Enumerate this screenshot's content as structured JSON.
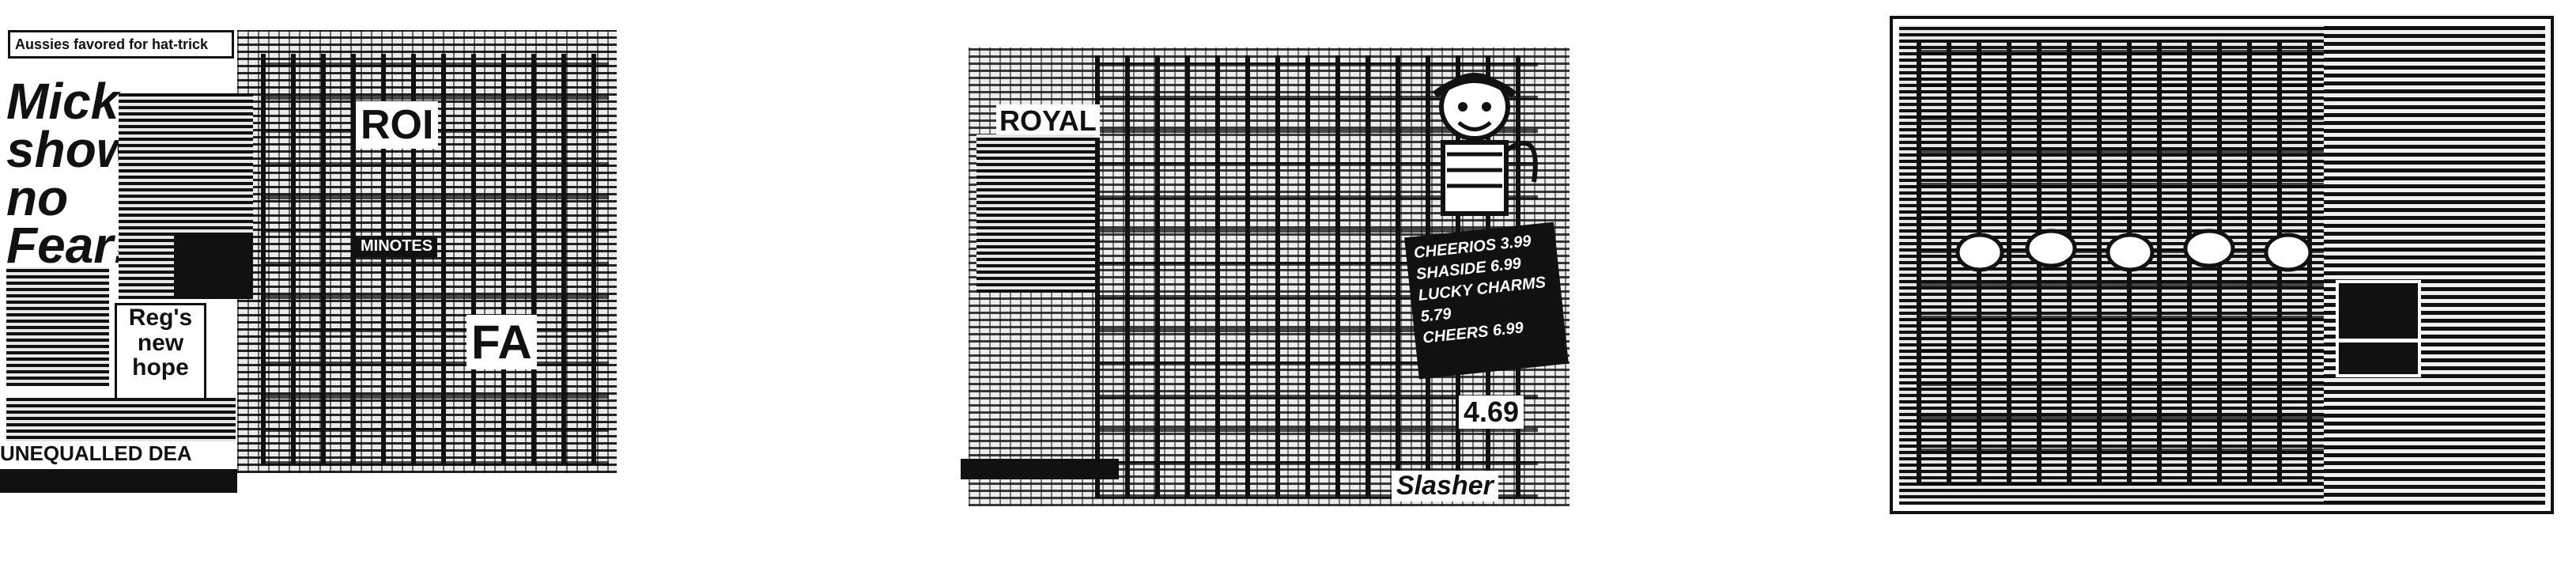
{
  "panels": [
    {
      "name": "newspaper-page-1",
      "top_banner": "Aussies favored for hat-trick",
      "headline": [
        "Mick",
        "shows",
        "no",
        "Fear!"
      ],
      "subhead": [
        "Reg's",
        "new",
        "hope"
      ],
      "footer_banner": "UNEQUALLED DEA",
      "side_label_1": "ROI",
      "side_label_2": "MINOTES",
      "side_label_3": "FA"
    },
    {
      "name": "advertisement-page-2",
      "brand": "ROYAL",
      "price_list": [
        "CHEERIOS 3.99",
        "SHASIDE 6.99",
        "LUCKY CHARMS 5.79",
        "CHEERS 6.99"
      ],
      "price_tag": "4.69",
      "footer_brand": "Slasher"
    },
    {
      "name": "listings-page-3"
    }
  ]
}
